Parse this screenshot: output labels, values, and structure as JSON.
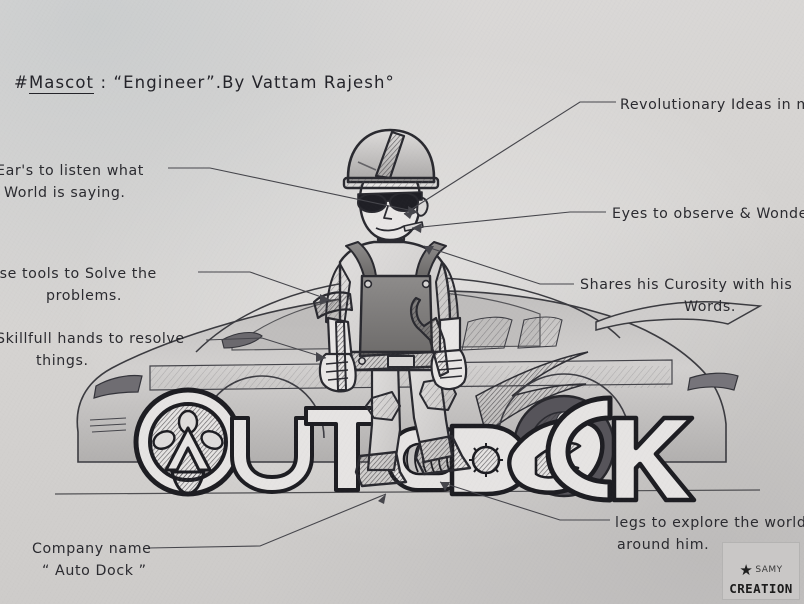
{
  "artwork": {
    "title_prefix": "#",
    "title_keyword": "Mascot",
    "title_rest": " : “Engineer”.By Vattam Rajesh°",
    "medium": "pencil sketch on paper",
    "subject": "engineer mascot standing in front of a sports car above the AUTO DOCK logo",
    "paper_color": "#d6d4d2",
    "ink_color": "#2b2b30"
  },
  "logo": {
    "word_one": "AUTO",
    "word_two": "DOCK",
    "letters": [
      "A",
      "U",
      "T",
      "O",
      "D",
      "O",
      "C",
      "K"
    ],
    "a_motif": "steering-wheel",
    "o_motif": "gear",
    "d_motif": "gear",
    "c_motif": "car-wheel"
  },
  "notes": {
    "ears": {
      "line1": "Ear's to listen what",
      "line2": "World is saying."
    },
    "tools": {
      "line1": "use tools to Solve the",
      "line2": "problems."
    },
    "hands": {
      "line1": "Skillfull hands to resolve",
      "line2": "things."
    },
    "ideas": {
      "line1": "Revolutionary Ideas in min"
    },
    "eyes": {
      "line1": "Eyes to observe & Wonder"
    },
    "curiosity": {
      "line1": "Shares his Curosity with his",
      "line2": "Words."
    },
    "company": {
      "line1": "Company name",
      "line2": "“ Auto Dock ”"
    },
    "legs": {
      "line1": "legs to explore the world",
      "line2": "around him."
    }
  },
  "watermark": {
    "name": "SAMY",
    "word": "CREATION",
    "star": "★"
  }
}
